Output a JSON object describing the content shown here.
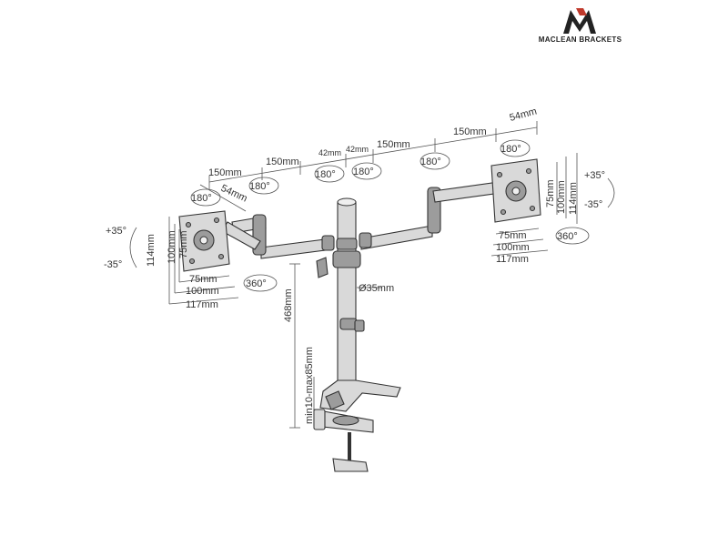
{
  "brand": {
    "name": "MACLEAN BRACKETS",
    "accent_color": "#c0392b"
  },
  "labels": {
    "arm_150_1": "150mm",
    "arm_150_2": "150mm",
    "arm_150_3": "150mm",
    "arm_150_4": "150mm",
    "arm_54_left": "54mm",
    "arm_54_right": "54mm",
    "pole_offset_left": "42mm",
    "pole_offset_right": "42mm",
    "rot_180_a": "180°",
    "rot_180_b": "180°",
    "rot_180_c": "180°",
    "rot_180_d": "180°",
    "rot_180_e": "180°",
    "rot_180_f": "180°",
    "rot_360_left": "360°",
    "rot_360_right": "360°",
    "tilt_up_left": "+35°",
    "tilt_down_left": "-35°",
    "tilt_up_right": "+35°",
    "tilt_down_right": "-35°",
    "vesa_75_w_left": "75mm",
    "vesa_100_w_left": "100mm",
    "vesa_117_w_left": "117mm",
    "vesa_75_h_left": "75mm",
    "vesa_100_h_left": "100mm",
    "vesa_114_h_left": "114mm",
    "vesa_75_w_right": "75mm",
    "vesa_100_w_right": "100mm",
    "vesa_117_w_right": "117mm",
    "vesa_75_h_right": "75mm",
    "vesa_100_h_right": "100mm",
    "vesa_114_h_right": "114mm",
    "pole_diameter": "Ø35mm",
    "pole_height": "468mm",
    "clamp_range": "min10-max85mm"
  }
}
